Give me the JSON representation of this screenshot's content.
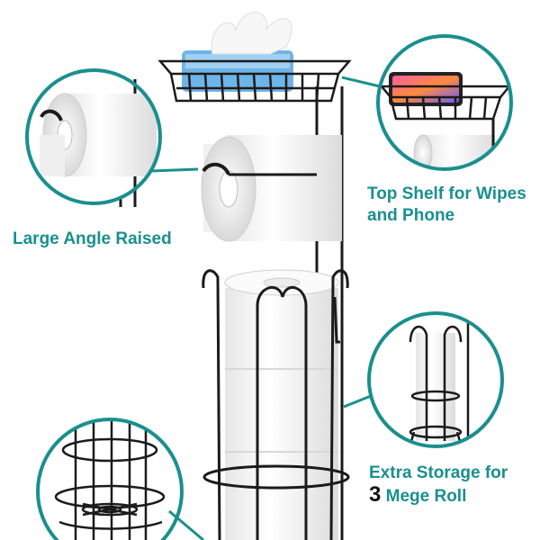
{
  "callouts": {
    "angle": {
      "text": "Large Angle Raised"
    },
    "shelf": {
      "line1": "Top Shelf for Wipes",
      "line2": "and Phone"
    },
    "storage": {
      "line1": "Extra Storage for",
      "number": "3",
      "line2_rest": " Mege Roll"
    }
  },
  "colors": {
    "accent": "#1a8f8f",
    "metal": "#1b1b1b",
    "paper": "#f4f4f4",
    "wipes": "#6fb4e6"
  },
  "icons": [
    "toilet-paper-roll",
    "wire-basket",
    "smartphone",
    "tissue-pack"
  ]
}
